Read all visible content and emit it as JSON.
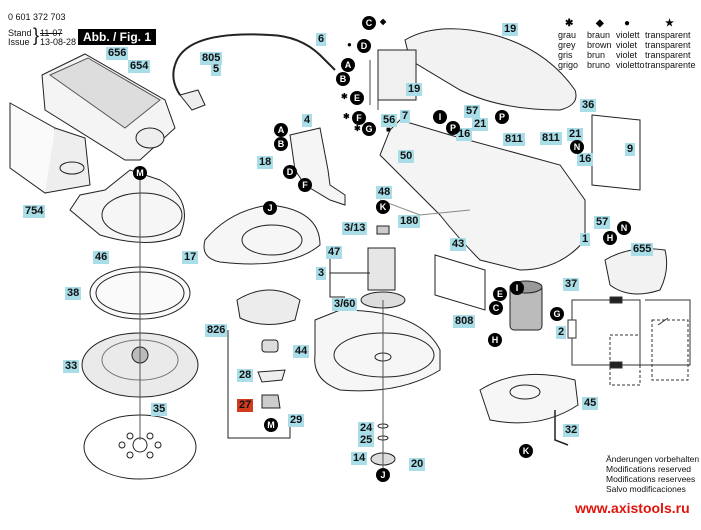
{
  "header": {
    "part_number": "0 601 372 703",
    "stand_label": "Stand",
    "issue_label": "Issue",
    "stand_date_old": "11-07",
    "issue_date": "13-08-28",
    "figure_label": "Abb. / Fig. 1"
  },
  "color_legend": [
    {
      "symbol": "✱",
      "de": "grau",
      "en": "grey",
      "fr": "gris",
      "it": "grigo"
    },
    {
      "symbol": "◆",
      "de": "braun",
      "en": "brown",
      "fr": "brun",
      "it": "bruno"
    },
    {
      "symbol": "●",
      "de": "violett",
      "en": "violet",
      "fr": "violet",
      "it": "violetto"
    },
    {
      "symbol": "★",
      "de": "transparent",
      "en": "transparent",
      "fr": "transparent",
      "it": "transparente"
    }
  ],
  "part_labels": {
    "p656": "656",
    "p654": "654",
    "p754": "754",
    "p46": "46",
    "p17": "17",
    "p38": "38",
    "p33": "33",
    "p35": "35",
    "p805": "805",
    "p5": "5",
    "p6": "6",
    "p4": "4",
    "p18": "18",
    "p47": "47",
    "p3_13": "3/13",
    "p3": "3",
    "p3_60": "3/60",
    "p826": "826",
    "p28": "28",
    "p27": "27",
    "p29": "29",
    "p44": "44",
    "p24": "24",
    "p25": "25",
    "p14": "14",
    "p20": "20",
    "p19a": "19",
    "p7": "7",
    "p56": "56",
    "p57a": "57",
    "p21a": "21",
    "p16a": "16",
    "p811a": "811",
    "p50": "50",
    "p48": "48",
    "p180": "180",
    "p43": "43",
    "p19b": "19",
    "p36": "36",
    "p811b": "811",
    "p21b": "21",
    "p16b": "16",
    "p9": "9",
    "p57b": "57",
    "p1": "1",
    "p655": "655",
    "p37": "37",
    "p808": "808",
    "p2": "2",
    "p45": "45",
    "p32": "32"
  },
  "connection_markers": {
    "M1": "M",
    "M2": "M",
    "J1": "J",
    "J2": "J",
    "K1": "K",
    "K2": "K",
    "A1": "A",
    "B1": "B",
    "A2": "A",
    "B2": "B",
    "C1": "C",
    "D1": "D",
    "E1": "E",
    "F1": "F",
    "G1": "G",
    "D2": "D",
    "F2": "F",
    "I1": "I",
    "P1": "P",
    "P2": "P",
    "N1": "N",
    "N2": "N",
    "H1": "H",
    "E2": "E",
    "I2": "I",
    "C2": "C",
    "G2": "G",
    "H2": "H"
  },
  "wire_color_marks": {
    "C": "◆",
    "D": "●",
    "E": "✱",
    "F": "✱",
    "G": "✱",
    "p56": "■"
  },
  "notes": {
    "line1": "Änderungen vorbehalten",
    "line2": "Modifications reserved",
    "line3": "Modifications reservees",
    "line4": "Salvo modificaciones"
  },
  "watermark": "www.axistools.ru"
}
